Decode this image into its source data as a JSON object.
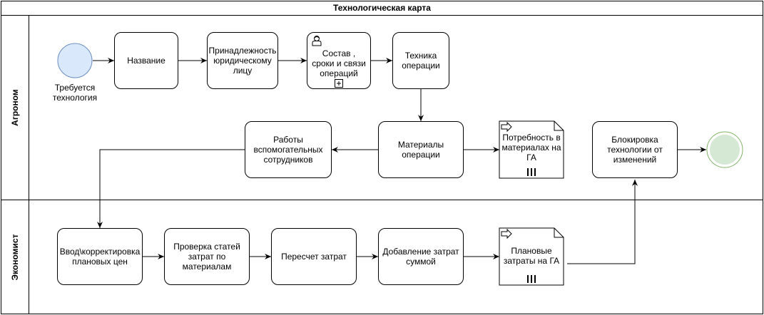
{
  "pool": {
    "title": "Технологическая карта",
    "lanes": [
      {
        "label": "Агроном"
      },
      {
        "label": "Экономист"
      }
    ]
  },
  "events": {
    "start_label": "Требуется технология",
    "start_color": "#dae8fc",
    "start_stroke": "#6c8ebf",
    "end_color": "#d5e8d4",
    "end_stroke": "#82b366"
  },
  "tasks": {
    "name": "Название",
    "legal_entity": "Принадлежность юридическому лицу",
    "composition": "Состав , сроки и связи операций",
    "equipment": "Техника операции",
    "materials": "Материалы операции",
    "aux_workers": "Работы вспомогательных сотрудников",
    "lock": "Блокировка технологии от изменений",
    "price_input": "Ввод\\корректировка плановых цен",
    "check_costs": "Проверка статей затрат по материалам",
    "recalc": "Пересчет затрат",
    "add_cost": "Добавление затрат суммой"
  },
  "documents": {
    "material_need": "Потребность в материалах на ГА",
    "planned_costs": "Плановые затраты на ГА"
  },
  "icons": {
    "user_task": "user-icon",
    "subprocess": "plus-marker-icon",
    "data_output": "arrow-marker-icon",
    "collection": "collection-marker-icon"
  }
}
